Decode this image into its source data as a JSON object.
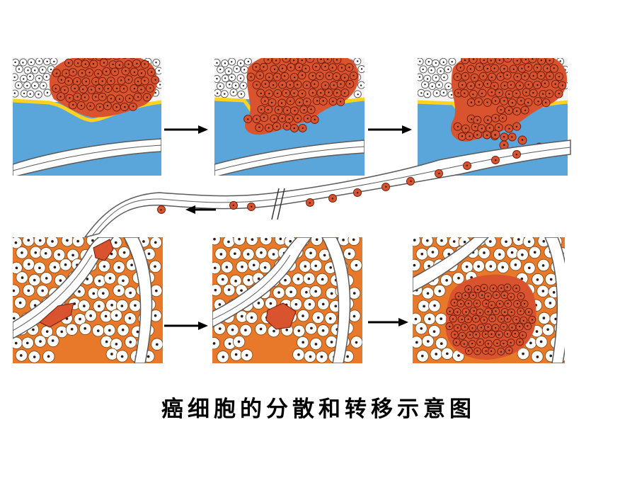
{
  "caption": "癌细胞的分散和转移示意图",
  "colors": {
    "tumor": "#d9532e",
    "tumor_edge": "#6a1a0c",
    "stroma": "#5aa6da",
    "basement_membrane": "#ffd21f",
    "normal_cell": "#ffffff",
    "nucleus": "#2a1a1a",
    "tissue_matrix": "#e8782a",
    "vessel_wall": "#5a5a5a",
    "arrow": "#000000"
  },
  "icons": [
    "right-arrow",
    "left-arrow",
    "vessel-break-mark"
  ]
}
